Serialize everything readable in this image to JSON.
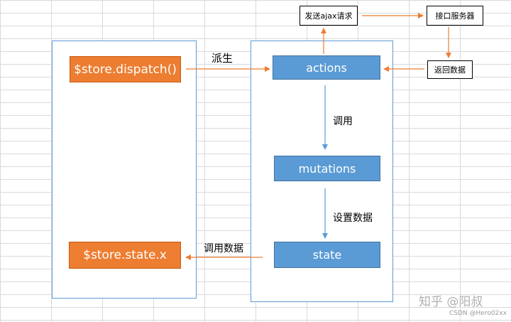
{
  "diagram": {
    "left_panel": {
      "dispatch": "$store.dispatch()",
      "state_x": "$store.state.x"
    },
    "right_panel": {
      "actions": "actions",
      "mutations": "mutations",
      "state": "state"
    },
    "top": {
      "ajax": "发送ajax请求",
      "server": "接口服务器",
      "return": "返回数据"
    },
    "edge_labels": {
      "derive": "派生",
      "call": "调用",
      "set_data": "设置数据",
      "call_data": "调用数据"
    }
  },
  "watermark": {
    "zhihu": "知乎 @阳叔",
    "csdn": "CSDN @Hero02xx"
  },
  "colors": {
    "panel_border": "#5b9bd5",
    "blue_box": "#5b9bd5",
    "orange_box": "#ed7d31",
    "arrow_orange": "#ed7d31",
    "arrow_blue": "#5b9bd5"
  }
}
